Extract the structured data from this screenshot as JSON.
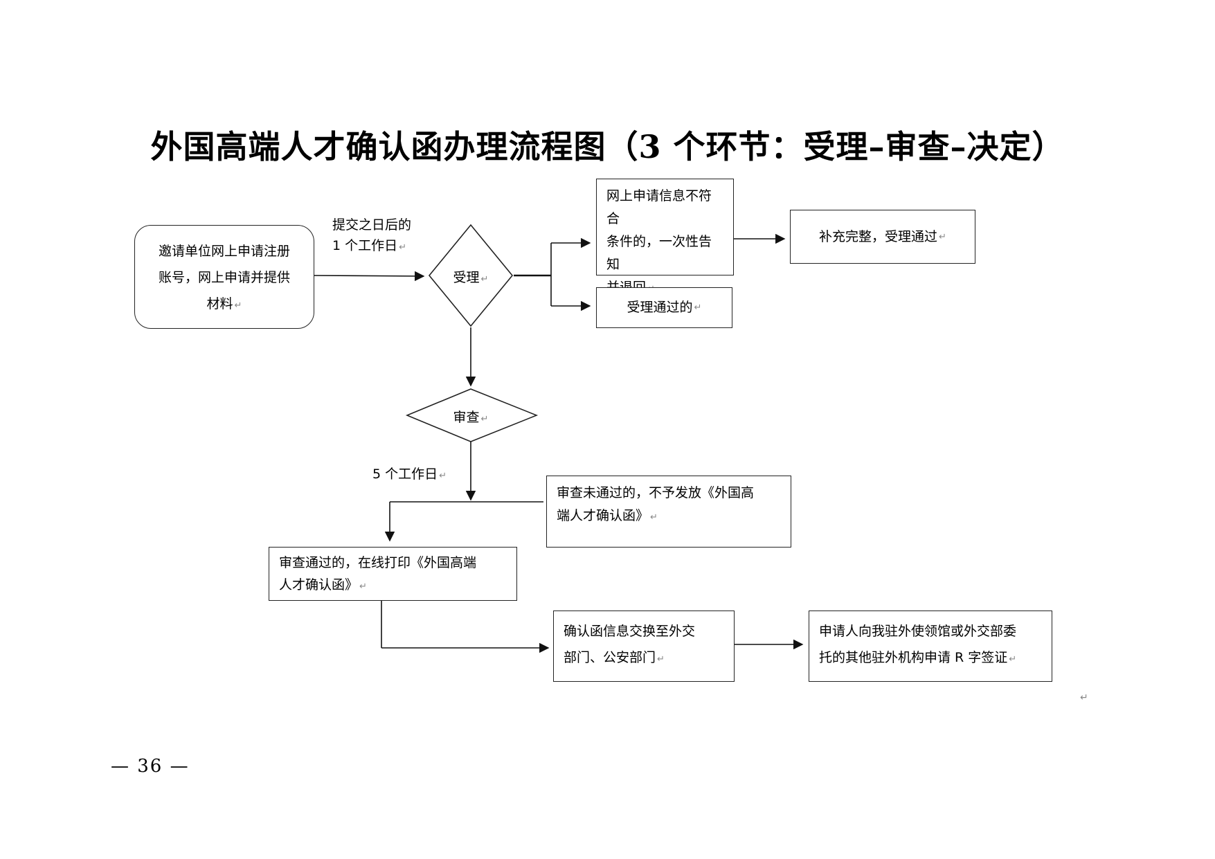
{
  "document": {
    "title": "外国高端人才确认函办理流程图（3 个环节：受理–审查–决定）",
    "page_number": "— 36 —",
    "paragraph_mark": "↵"
  },
  "flowchart": {
    "start": {
      "lines": [
        "邀请单位网上申请注册",
        "账号，网上申请并提供",
        "材料"
      ]
    },
    "submit_label": {
      "lines": [
        "提交之日后的",
        "1 个工作日"
      ]
    },
    "accept_diamond": {
      "text": "受理"
    },
    "reject_box": {
      "lines": [
        "网上申请信息不符合",
        "条件的，一次性告知",
        "并退回"
      ]
    },
    "supplement_box": {
      "text": "补充完整，受理通过"
    },
    "accepted_box": {
      "text": "受理通过的"
    },
    "review_diamond": {
      "text": "审查"
    },
    "review_days_label": {
      "text": "5 个工作日"
    },
    "review_failed_box": {
      "lines": [
        "审查未通过的，不予发放《外国高",
        "端人才确认函》"
      ]
    },
    "review_passed_box": {
      "lines": [
        "审查通过的，在线打印《外国高端",
        "人才确认函》"
      ]
    },
    "exchange_box": {
      "lines": [
        "确认函信息交换至外交",
        "部门、公安部门"
      ]
    },
    "visa_box": {
      "lines": [
        "申请人向我驻外使领馆或外交部委",
        "托的其他驻外机构申请 R 字签证"
      ]
    }
  }
}
